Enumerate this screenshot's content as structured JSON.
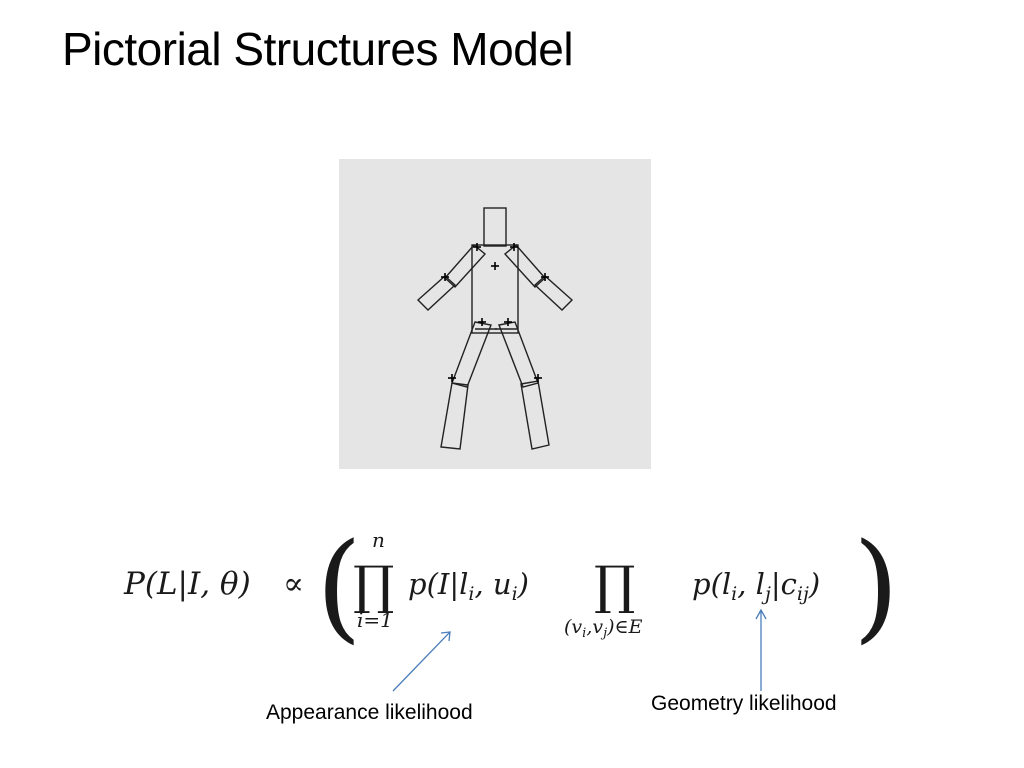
{
  "slide": {
    "title": "Pictorial Structures Model"
  },
  "figure": {
    "subject": "stick-figure body model built from rectangular parts with joint markers",
    "background": "#e5e5e5",
    "stroke": "#222222"
  },
  "equation": {
    "lhs": "P(L|I, θ)",
    "propto": "∝",
    "prod_symbol": "∏",
    "prod1_upper": "n",
    "prod1_lower": "i=1",
    "appearance_term": "p(I|l",
    "appearance_sub": "i",
    "appearance_mid": ", u",
    "appearance_sub2": "i",
    "appearance_close": ")",
    "prod2_lower": "(v",
    "prod2_lower_sub1": "i",
    "prod2_lower_mid": ",v",
    "prod2_lower_sub2": "j",
    "prod2_lower_end": ")∈E",
    "geometry_term": "p(l",
    "geometry_sub1": "i",
    "geometry_mid": ", l",
    "geometry_sub2": "j",
    "geometry_bar": "|c",
    "geometry_sub3": "ij",
    "geometry_close": ")",
    "paren_open": "(",
    "paren_close": ")"
  },
  "annotations": {
    "appearance": "Appearance likelihood",
    "geometry": "Geometry likelihood",
    "arrow_color": "#4a7ebb"
  }
}
